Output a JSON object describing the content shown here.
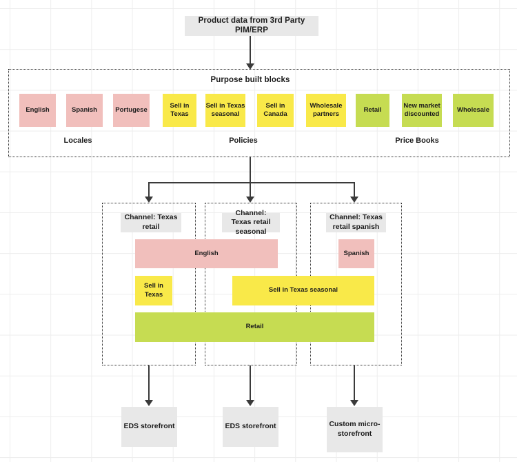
{
  "diagram": {
    "source_box": {
      "label": "Product data from 3rd Party PIM/ERP"
    },
    "purpose_built_blocks": {
      "title": "Purpose built blocks",
      "groups": [
        {
          "name": "Locales",
          "caption": "Locales",
          "color": "#f1bfbc",
          "blocks": [
            {
              "label": "English"
            },
            {
              "label": "Spanish"
            },
            {
              "label": "Portugese"
            }
          ]
        },
        {
          "name": "Policies",
          "caption": "Policies",
          "color": "#f9e949",
          "blocks": [
            {
              "label": "Sell in Texas"
            },
            {
              "label": "Sell in Texas seasonal"
            },
            {
              "label": "Sell in Canada"
            },
            {
              "label": "Wholesale partners"
            }
          ]
        },
        {
          "name": "Price Books",
          "caption": "Price Books",
          "color": "#c6dc52",
          "blocks": [
            {
              "label": "Retail"
            },
            {
              "label": "New market discounted"
            },
            {
              "label": "Wholesale"
            }
          ]
        }
      ]
    },
    "channels": [
      {
        "id": "texas-retail",
        "label": "Channel: Texas retail"
      },
      {
        "id": "texas-retail-seasonal",
        "label": "Channel: Texas retail seasonal"
      },
      {
        "id": "texas-retail-spanish",
        "label": "Channel: Texas retail spanish"
      }
    ],
    "channel_bars": [
      {
        "label": "English",
        "color": "#f1bfbc",
        "spans": "texas-retail,texas-retail-seasonal"
      },
      {
        "label": "Spanish",
        "color": "#f1bfbc",
        "spans": "texas-retail-spanish"
      },
      {
        "label": "Sell in Texas",
        "color": "#f9e949",
        "spans": "texas-retail"
      },
      {
        "label": "Sell in Texas seasonal",
        "color": "#f9e949",
        "spans": "texas-retail-seasonal,texas-retail-spanish"
      },
      {
        "label": "Retail",
        "color": "#c6dc52",
        "spans": "texas-retail,texas-retail-seasonal,texas-retail-spanish"
      }
    ],
    "storefronts": [
      {
        "label": "EDS storefront"
      },
      {
        "label": "EDS storefront"
      },
      {
        "label": "Custom micro-storefront"
      }
    ],
    "colors": {
      "locale": "#f1bfbc",
      "policy": "#f9e949",
      "price_book": "#c6dc52",
      "neutral_box": "#e8e8e8",
      "connector": "#3a3a3a",
      "grid": "#ededed"
    }
  }
}
